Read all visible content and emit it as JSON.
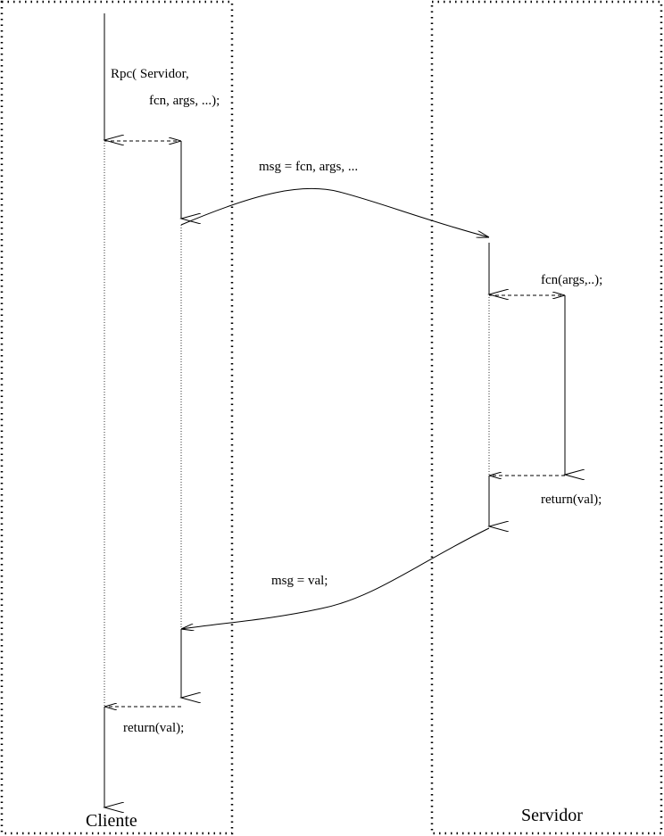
{
  "labels": {
    "rpc_call_line1": "Rpc( Servidor,",
    "rpc_call_line2": "fcn, args, ...);",
    "request_msg": "msg = fcn, args, ...",
    "server_call": "fcn(args,..);",
    "server_return": "return(val);",
    "reply_msg": "msg = val;",
    "client_return": "return(val);",
    "client_label": "Cliente",
    "server_label": "Servidor"
  }
}
